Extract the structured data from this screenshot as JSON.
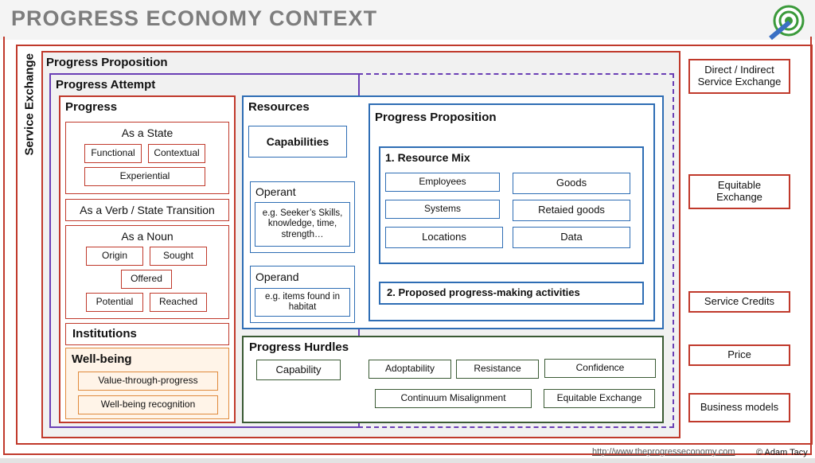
{
  "title": "PROGRESS ECONOMY CONTEXT",
  "service_exchange": "Service Exchange",
  "progress_proposition_outer": "Progress Proposition",
  "progress_attempt": "Progress Attempt",
  "progress": {
    "heading": "Progress",
    "as_state": {
      "heading": "As a State",
      "functional": "Functional",
      "contextual": "Contextual",
      "experiential": "Experiential"
    },
    "as_verb": "As a Verb / State Transition",
    "as_noun": {
      "heading": "As a Noun",
      "origin": "Origin",
      "sought": "Sought",
      "offered": "Offered",
      "potential": "Potential",
      "reached": "Reached"
    },
    "institutions": "Institutions",
    "wellbeing": {
      "heading": "Well-being",
      "value_through_progress": "Value-through-progress",
      "recognition": "Well-being recognition"
    }
  },
  "resources": {
    "heading": "Resources",
    "capabilities": "Capabilities",
    "operant": {
      "heading": "Operant",
      "text": "e.g. Seeker’s Skills, knowledge, time, strength…"
    },
    "operand": {
      "heading": "Operand",
      "text": "e.g. items found in habitat"
    }
  },
  "progress_proposition_inner": {
    "heading": "Progress Proposition",
    "resource_mix": {
      "heading": "1. Resource Mix",
      "employees": "Employees",
      "goods": "Goods",
      "systems": "Systems",
      "retained_goods": "Retaied goods",
      "locations": "Locations",
      "data": "Data"
    },
    "activities": "2. Proposed progress-making activities"
  },
  "hurdles": {
    "heading": "Progress Hurdles",
    "capability": "Capability",
    "adoptability": "Adoptability",
    "resistance": "Resistance",
    "confidence": "Confidence",
    "continuum": "Continuum Misalignment",
    "equitable": "Equitable Exchange"
  },
  "side": {
    "direct": "Direct / Indirect Service Exchange",
    "equitable": "Equitable Exchange",
    "credits": "Service Credits",
    "price": "Price",
    "business": "Business models"
  },
  "footer": {
    "url": "http://www.theprogresseconomy.com",
    "copyright": "© Adam Tacy"
  },
  "colors": {
    "red": "#c0392b",
    "blue": "#2e6db4",
    "green": "#3a5a34",
    "orange": "#e08a3c",
    "purple": "#6a3fb5"
  }
}
